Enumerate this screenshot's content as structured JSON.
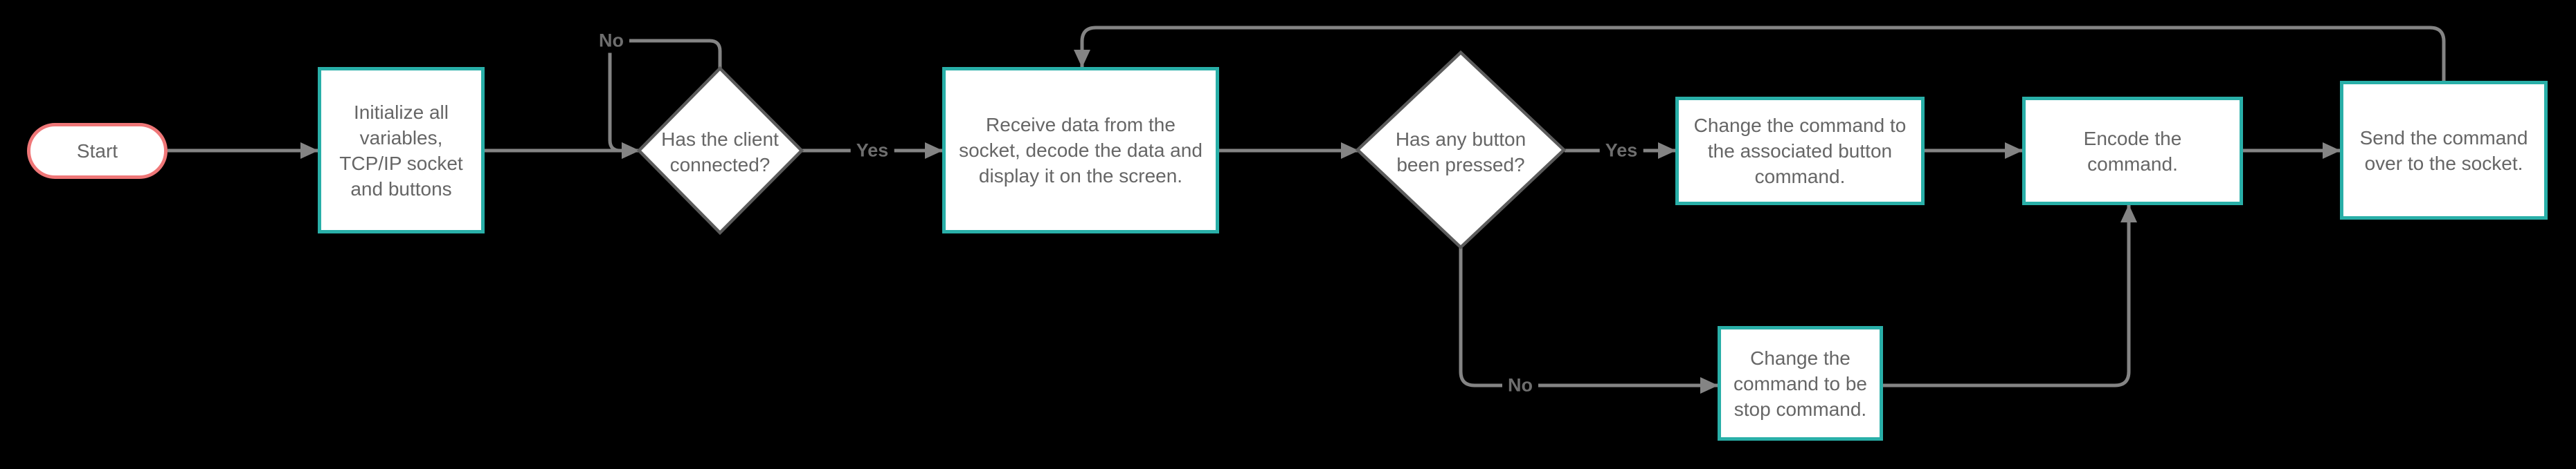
{
  "diagram": {
    "type": "flowchart",
    "background_color": "#000000",
    "colors": {
      "process_border": "#29AFA8",
      "terminator_border": "#EF7778",
      "decision_border": "#5C5C5C",
      "connector": "#848484",
      "node_fill": "#FFFFFF",
      "node_text": "#666666",
      "edge_label_text": "#6E6E6E"
    },
    "nodes": {
      "start": {
        "shape": "terminator",
        "lines": [
          "Start"
        ]
      },
      "initialize": {
        "shape": "process",
        "lines": [
          "Initialize all",
          "variables,",
          "TCP/IP socket",
          "and buttons"
        ]
      },
      "client_connected": {
        "shape": "decision",
        "lines": [
          "Has the client",
          "connected?"
        ]
      },
      "receive_data": {
        "shape": "process",
        "lines": [
          "Receive data from the",
          "socket, decode the data and",
          "display it on the screen."
        ]
      },
      "button_pressed": {
        "shape": "decision",
        "lines": [
          "Has any button",
          "been pressed?"
        ]
      },
      "change_button_command": {
        "shape": "process",
        "lines": [
          "Change the command to",
          "the associated button",
          "command."
        ]
      },
      "encode_command": {
        "shape": "process",
        "lines": [
          "Encode the",
          "command."
        ]
      },
      "send_command": {
        "shape": "process",
        "lines": [
          "Send the command",
          "over to the socket."
        ]
      },
      "change_stop_command": {
        "shape": "process",
        "lines": [
          "Change the",
          "command to be",
          "stop command."
        ]
      }
    },
    "edge_labels": {
      "client_connected_no": "No",
      "client_connected_yes": "Yes",
      "button_pressed_yes": "Yes",
      "button_pressed_no": "No"
    }
  }
}
